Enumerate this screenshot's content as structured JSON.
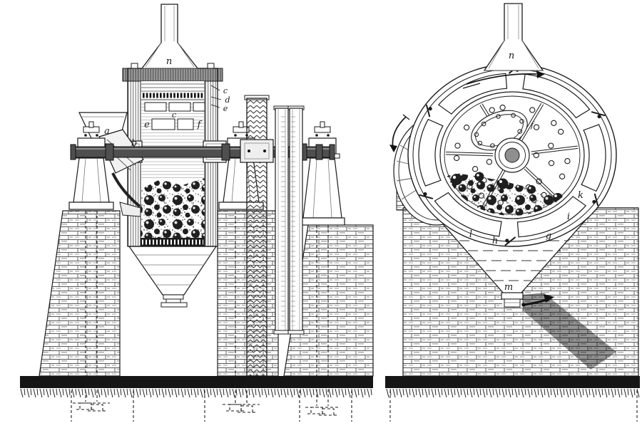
{
  "colors": {
    "paper": "#ffffff",
    "ink": "#1b1b1b",
    "dark_fill": "#2a2a2a",
    "mid_gray": "#8f8f8f",
    "brick_line": "#555555",
    "ground": "#151515",
    "hub_gray": "#8f8f8f"
  },
  "left_view": {
    "labels": {
      "funnel": "n",
      "liner_top": "c",
      "sieve": "d",
      "liner_bottom": "e",
      "drum": "c",
      "plate_left": "e",
      "plate_right": "f",
      "feed_hopper": "a",
      "feed_scoop": "b"
    }
  },
  "right_view": {
    "labels": {
      "funnel": "n",
      "partition": "f",
      "lifter_k": "k",
      "screen_i": "i",
      "screen_g": "g",
      "screen_h": "h",
      "lifter_l": "l",
      "outlet": "m"
    }
  }
}
